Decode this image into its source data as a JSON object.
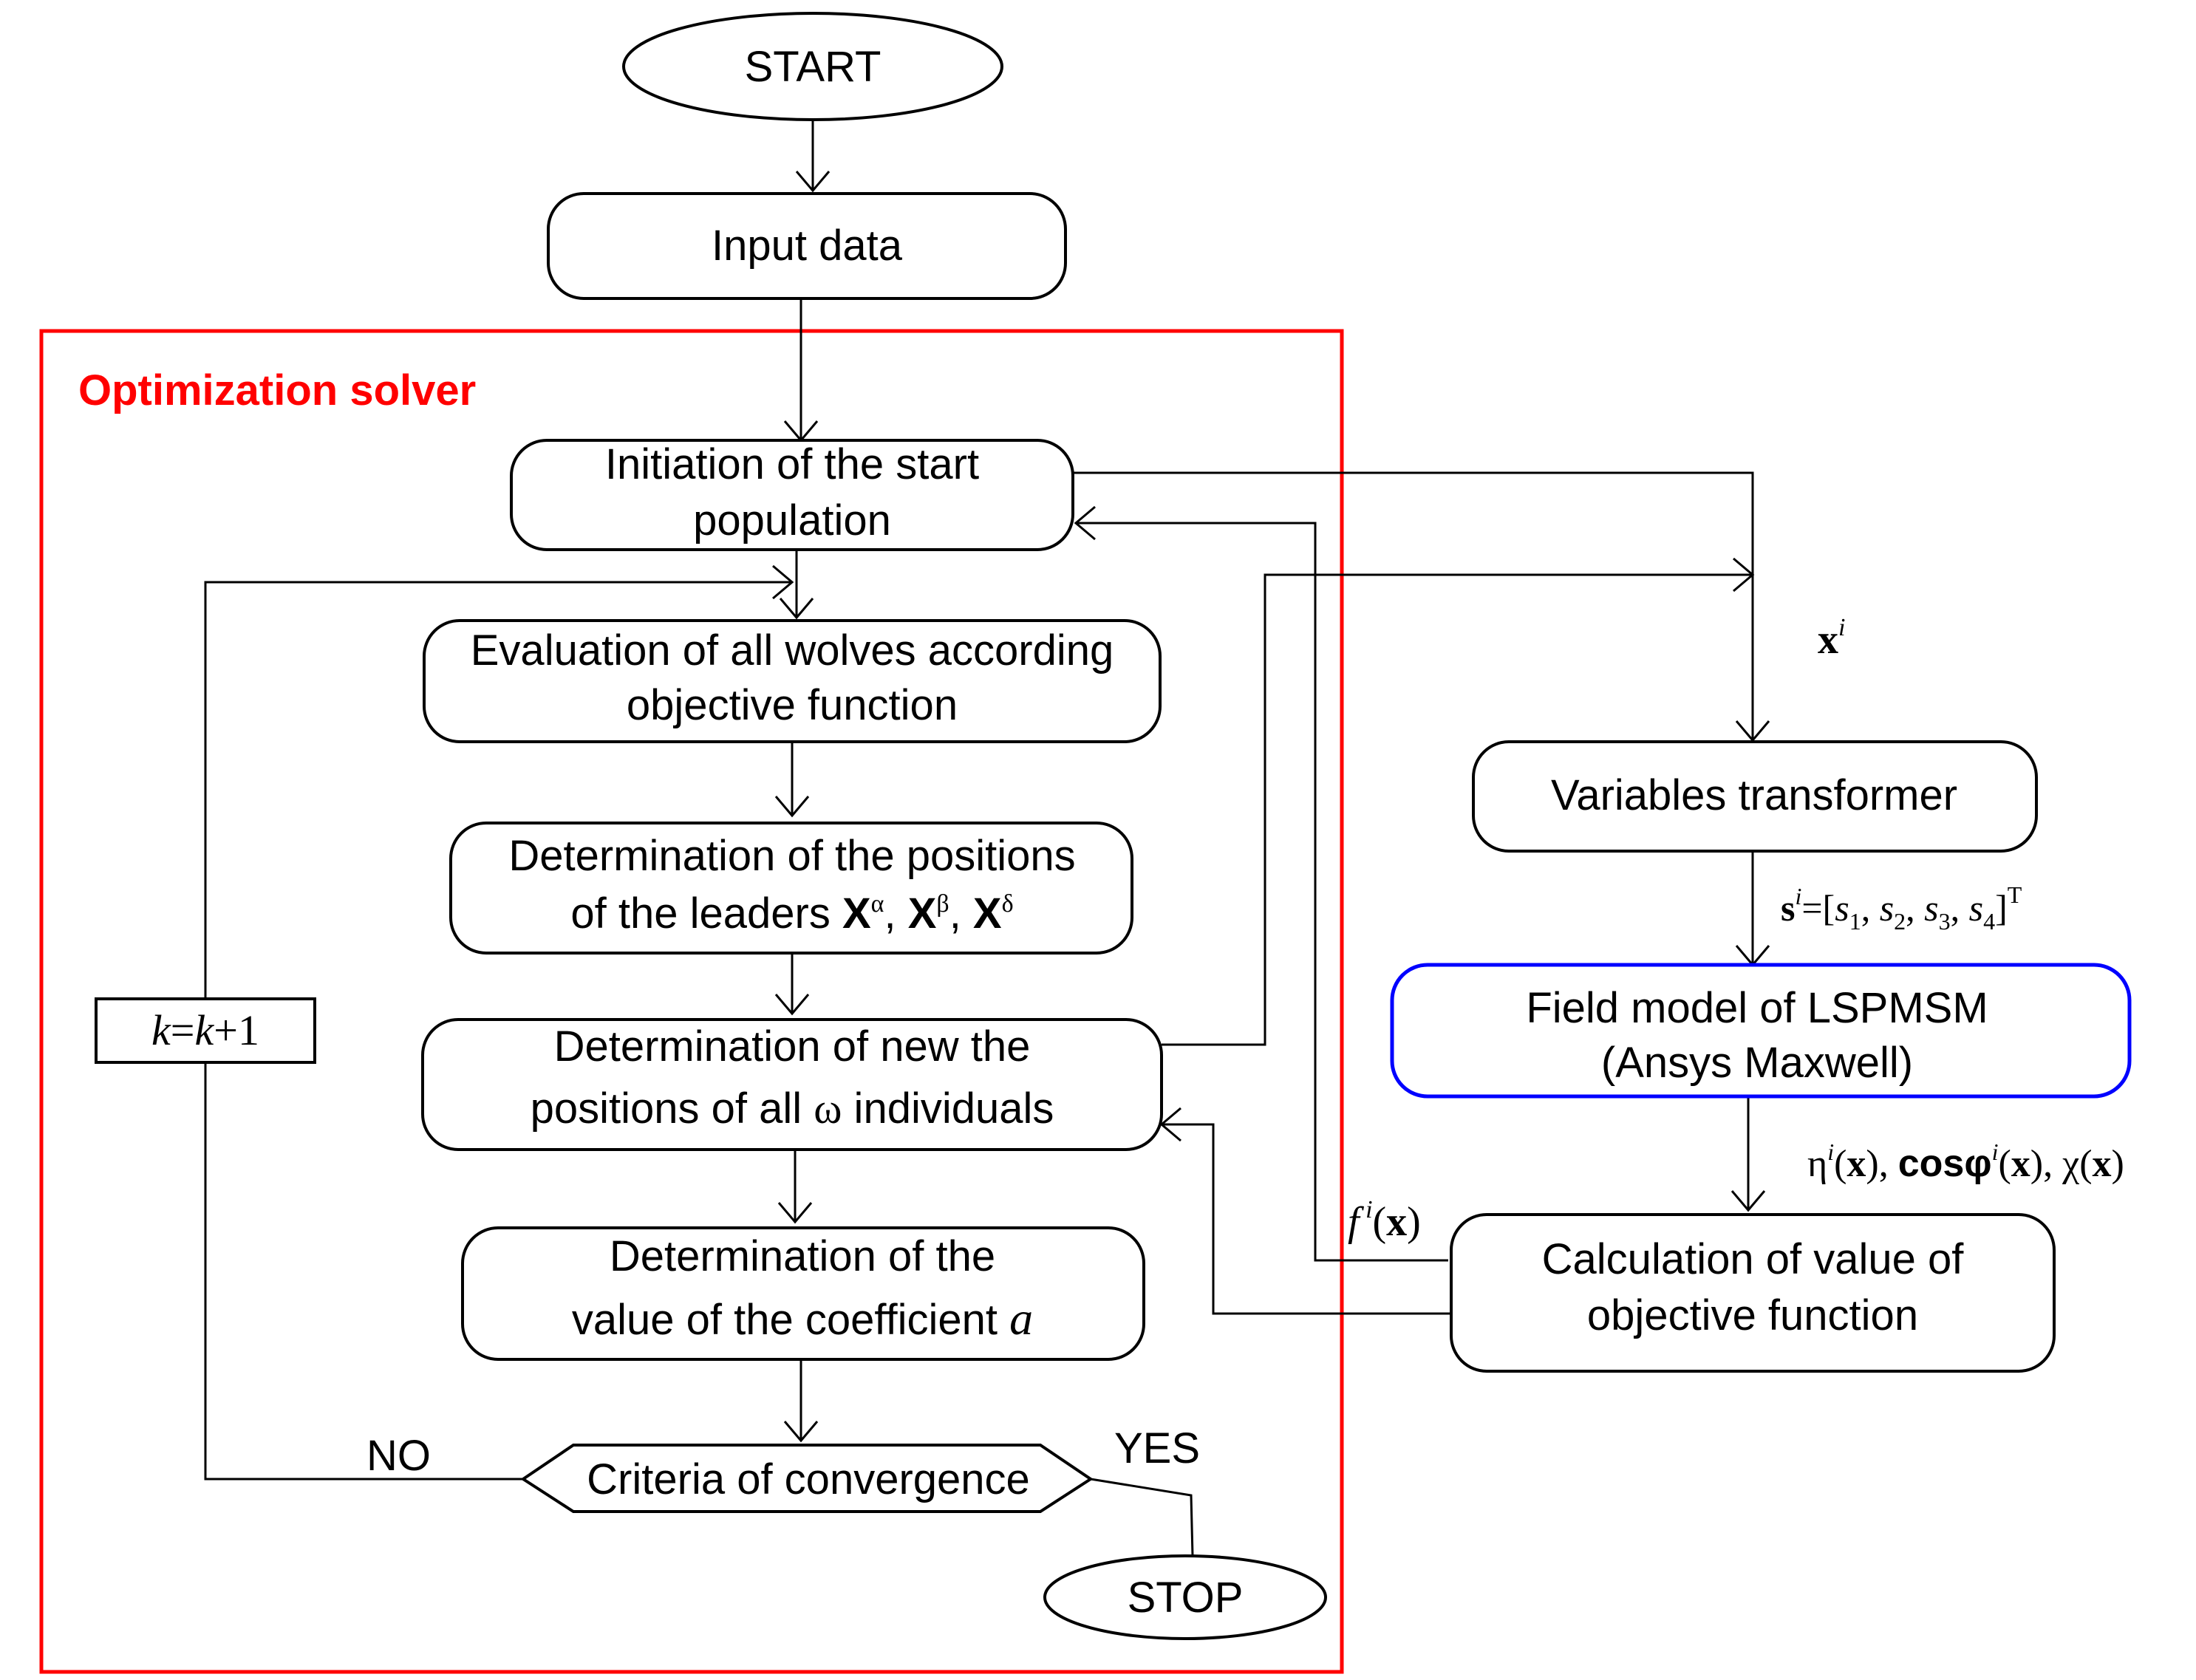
{
  "colors": {
    "solver_frame": "#ff0000",
    "field_model_border": "#0000ff",
    "ink": "#000000",
    "background": "#ffffff"
  },
  "solver": {
    "label": "Optimization solver"
  },
  "nodes": {
    "start": "START",
    "input_data": "Input data",
    "initiation_line1": "Initiation of the start",
    "initiation_line2": "population",
    "evaluation_line1": "Evaluation of all wolves according",
    "evaluation_line2": "objective function",
    "leaders_line1": "Determination of the positions",
    "leaders_line2_prefix": "of the leaders ",
    "leader_symbol": "X",
    "leader_alpha": "α",
    "leader_beta": "β",
    "leader_delta": "δ",
    "leader_separator": ", ",
    "new_positions_line1": "Determination of new the",
    "new_positions_line2_prefix": "positions of all ",
    "omega": "ω",
    "new_positions_line2_suffix": " individuals",
    "coefficient_line1": "Determination of the",
    "coefficient_line2_prefix": "value of the coefficient ",
    "coefficient_symbol": "a",
    "criteria": "Criteria of convergence",
    "stop": "STOP",
    "counter": {
      "k1": "k",
      "eq": "=",
      "k2": "k",
      "plus_one": "+1"
    },
    "variables_transformer": "Variables transformer",
    "field_model_line1": "Field model of LSPMSM",
    "field_model_line2": "(Ansys Maxwell)",
    "calc_line1": "Calculation of value of",
    "calc_line2": "objective function"
  },
  "labels": {
    "no": "NO",
    "yes": "YES",
    "x_vector": {
      "base": "x",
      "sup": "i"
    },
    "s_vector": {
      "base": "s",
      "sup": "i",
      "eq": "=[",
      "s": "s",
      "sub1": "1",
      "sub2": "2",
      "sub3": "3",
      "sub4": "4",
      "sep": ", ",
      "close": "]",
      "transpose": "T"
    },
    "outputs": {
      "eta": "η",
      "cosphi": "cosφ",
      "chi": "χ",
      "sup": "i",
      "open": "(",
      "x": "x",
      "close": ")",
      "sep": ", "
    },
    "f_value": {
      "f": "f",
      "sup": " i",
      "open": "(",
      "x": "x",
      "close": ")"
    }
  }
}
